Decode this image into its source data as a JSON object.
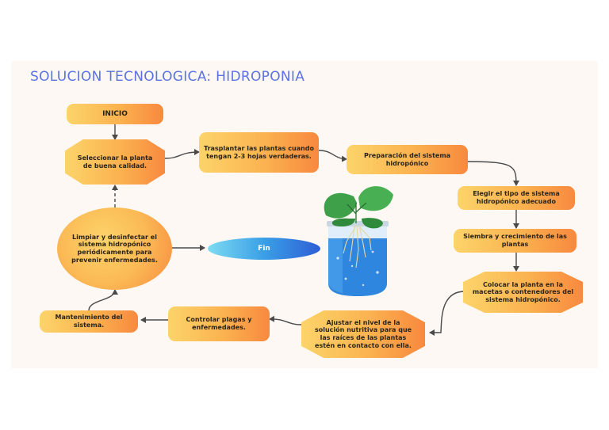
{
  "diagram": {
    "title": "SOLUCION TECNOLOGICA: HIDROPONIA",
    "nodes": {
      "inicio": "INICIO",
      "seleccionar": "Seleccionar la planta de buena calidad.",
      "trasplantar": "Trasplantar las plantas cuando tengan 2-3 hojas verdaderas.",
      "preparacion": "Preparación del sistema hidropónico",
      "elegir": "Elegir el tipo de sistema hidropónico adecuado",
      "siembra": "Siembra y crecimiento de las plantas",
      "colocar": "Colocar la planta en la macetas o contenedores del sistema hidropónico.",
      "ajustar": "Ajustar el nivel de la solución nutritiva para que las raíces de las plantas estén en contacto con ella.",
      "controlar": "Controlar plagas y enfermedades.",
      "mantenimiento": "Mantenimiento del sistema.",
      "limpiar": "Limpiar y desinfectar el sistema hidropónico periódicamente para prevenir enfermedades.",
      "fin": "Fin"
    },
    "illustration": "hydroponic-jar-icon",
    "colors": {
      "title": "#5b73e0",
      "node_fill_start": "#fcd46a",
      "node_fill_end": "#f8893f",
      "fin_fill_start": "#7ddbf2",
      "fin_fill_end": "#2e5fd6",
      "connector": "#4a4a4a"
    }
  }
}
